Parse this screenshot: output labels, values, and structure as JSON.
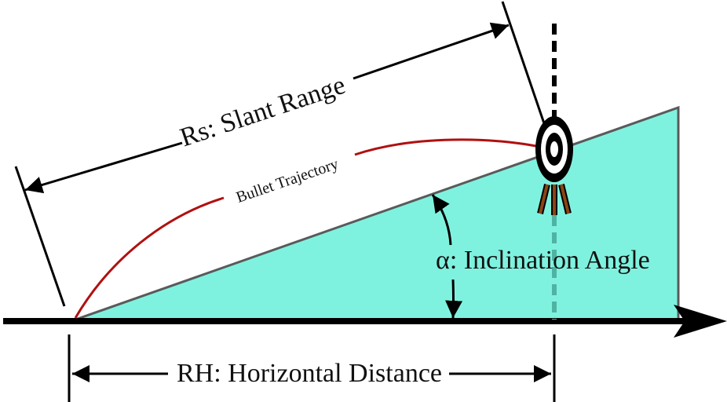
{
  "labels": {
    "slant_range": "Rs: Slant Range",
    "bullet_trajectory": "Bullet Trajectory",
    "inclination_angle": "α: Inclination Angle",
    "horizontal_distance": "RH: Horizontal Distance"
  },
  "colors": {
    "slope_fill": "#7ff2df",
    "slope_stroke": "#5a5a5a",
    "trajectory": "#b01010",
    "target_legs": "#8b4513",
    "ground": "#000000",
    "dashed_drop": "#4fb3a3"
  }
}
